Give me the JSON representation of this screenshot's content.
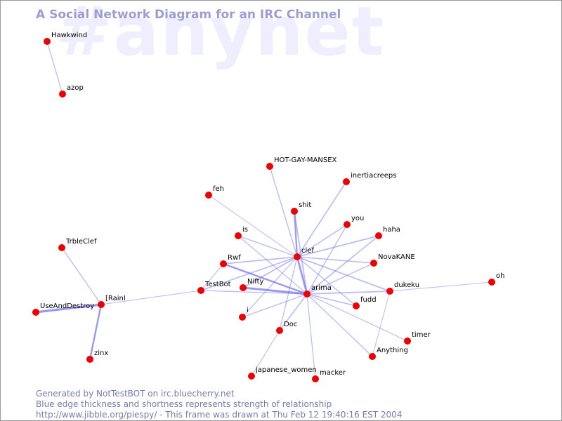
{
  "header": {
    "channel": "#anynet",
    "title": "A Social Network Diagram for an IRC Channel"
  },
  "colors": {
    "edge": "#7777ee",
    "node": "#ee0000",
    "title": "#9d9dd6",
    "watermark": "#eeeeff",
    "footer": "#7a7ab3"
  },
  "nodes": [
    {
      "id": "hawkwind",
      "label": "Hawkwind"
    },
    {
      "id": "azop",
      "label": "azop"
    },
    {
      "id": "hot",
      "label": "HOT-GAY-MANSEX"
    },
    {
      "id": "inertia",
      "label": "inertiacreeps"
    },
    {
      "id": "feh",
      "label": "feh"
    },
    {
      "id": "shit",
      "label": "shit"
    },
    {
      "id": "you",
      "label": "you"
    },
    {
      "id": "is",
      "label": "is"
    },
    {
      "id": "haha",
      "label": "haha"
    },
    {
      "id": "clef",
      "label": "clef"
    },
    {
      "id": "trbleclef",
      "label": "TrbleClef"
    },
    {
      "id": "rwf",
      "label": "Rwf"
    },
    {
      "id": "novakane",
      "label": "NovaKANE"
    },
    {
      "id": "oh",
      "label": "oh"
    },
    {
      "id": "testbot",
      "label": "TestBot"
    },
    {
      "id": "nifty",
      "label": "Nifty"
    },
    {
      "id": "arima",
      "label": "arima"
    },
    {
      "id": "dukeku",
      "label": "dukeku"
    },
    {
      "id": "irainl",
      "label": "[RainI"
    },
    {
      "id": "fudd",
      "label": "fudd"
    },
    {
      "id": "useanddestroy",
      "label": "UseAndDestroy"
    },
    {
      "id": "i",
      "label": "i"
    },
    {
      "id": "doc",
      "label": "Doc"
    },
    {
      "id": "timer",
      "label": "timer"
    },
    {
      "id": "anything",
      "label": "Anything"
    },
    {
      "id": "zinx",
      "label": "zinx"
    },
    {
      "id": "japanese",
      "label": "japanese_women"
    },
    {
      "id": "macker",
      "label": "macker"
    }
  ],
  "footer": {
    "line1": "Generated by NotTestBOT on irc.bluecherry.net",
    "line2": "Blue edge thickness and shortness represents strength of relationship",
    "line3": "http://www.jibble.org/piespy/ - This frame was drawn at Thu Feb 12 19:40:16 EST 2004"
  }
}
